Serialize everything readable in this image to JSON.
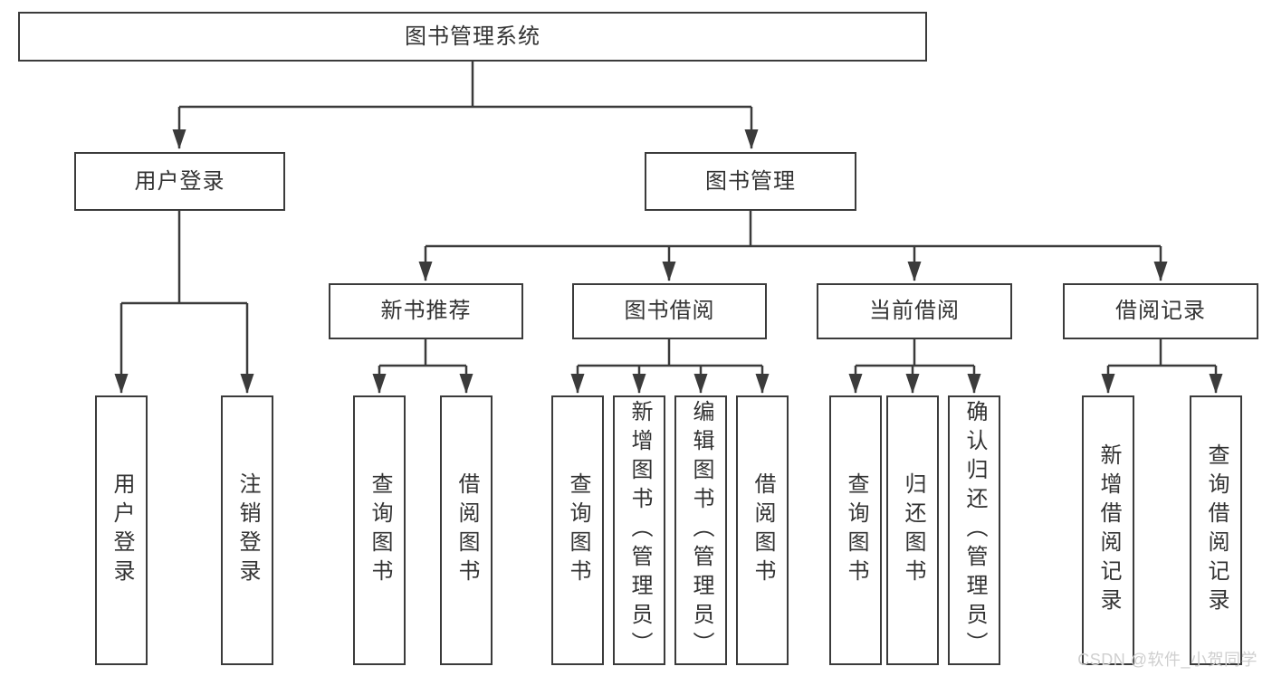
{
  "tree": {
    "root": {
      "label": "图书管理系统"
    },
    "branches": [
      {
        "label": "用户登录",
        "children": [
          {
            "label": "用户登录"
          },
          {
            "label": "注销登录"
          }
        ]
      },
      {
        "label": "图书管理",
        "children": [
          {
            "label": "新书推荐",
            "children": [
              {
                "label": "查询图书"
              },
              {
                "label": "借阅图书"
              }
            ]
          },
          {
            "label": "图书借阅",
            "children": [
              {
                "label": "查询图书"
              },
              {
                "label": "新增图书（管理员）"
              },
              {
                "label": "编辑图书（管理员）"
              },
              {
                "label": "借阅图书"
              }
            ]
          },
          {
            "label": "当前借阅",
            "children": [
              {
                "label": "查询图书"
              },
              {
                "label": "归还图书"
              },
              {
                "label": "确认归还（管理员）"
              }
            ]
          },
          {
            "label": "借阅记录",
            "children": [
              {
                "label": "新增借阅记录"
              },
              {
                "label": "查询借阅记录"
              }
            ]
          }
        ]
      }
    ]
  },
  "watermark": {
    "text": "CSDN @软件_小贺同学",
    "color": "#cfcfcf"
  },
  "colors": {
    "line": "#3b3b3b",
    "box_border": "#3b3b3b",
    "text": "#333333",
    "background": "#ffffff"
  }
}
